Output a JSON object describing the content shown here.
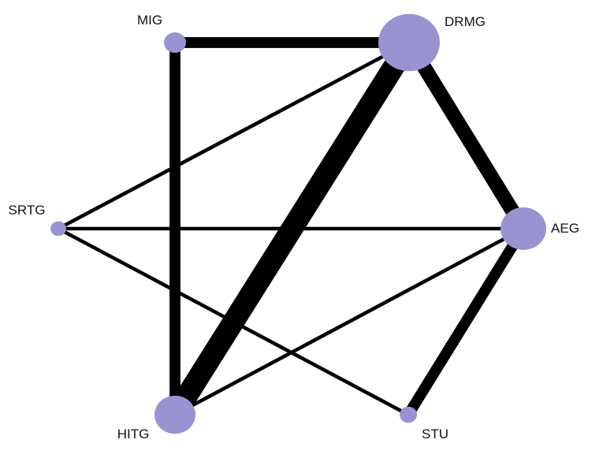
{
  "diagram": {
    "type": "network",
    "node_color": "#9a93d2",
    "edge_color": "#000000",
    "nodes": [
      {
        "id": "MIG",
        "label": "MIG",
        "relative_size": 1.4
      },
      {
        "id": "DRMG",
        "label": "DRMG",
        "relative_size": 3.9
      },
      {
        "id": "SRTG",
        "label": "SRTG",
        "relative_size": 1.0
      },
      {
        "id": "AEG",
        "label": "AEG",
        "relative_size": 2.9
      },
      {
        "id": "HITG",
        "label": "HITG",
        "relative_size": 2.6
      },
      {
        "id": "STU",
        "label": "STU",
        "relative_size": 1.1
      }
    ],
    "edges": [
      {
        "from": "MIG",
        "to": "DRMG",
        "weight": 3
      },
      {
        "from": "MIG",
        "to": "HITG",
        "weight": 3
      },
      {
        "from": "DRMG",
        "to": "HITG",
        "weight": 6
      },
      {
        "from": "DRMG",
        "to": "AEG",
        "weight": 4
      },
      {
        "from": "DRMG",
        "to": "SRTG",
        "weight": 1
      },
      {
        "from": "SRTG",
        "to": "AEG",
        "weight": 1
      },
      {
        "from": "SRTG",
        "to": "STU",
        "weight": 1
      },
      {
        "from": "HITG",
        "to": "AEG",
        "weight": 1
      },
      {
        "from": "AEG",
        "to": "STU",
        "weight": 3
      }
    ]
  }
}
